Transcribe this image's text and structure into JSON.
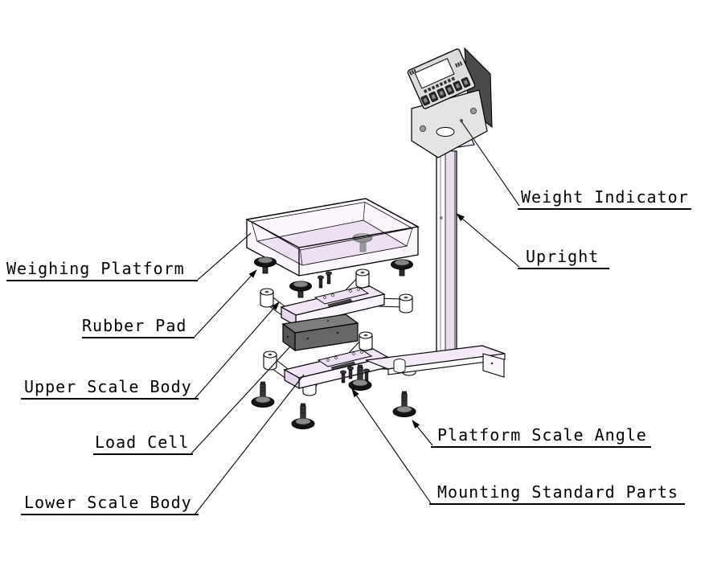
{
  "labels": [
    {
      "id": "weighing-platform",
      "text": "Weighing Platform"
    },
    {
      "id": "rubber-pad",
      "text": "Rubber Pad"
    },
    {
      "id": "upper-scale-body",
      "text": "Upper Scale Body"
    },
    {
      "id": "load-cell",
      "text": "Load Cell"
    },
    {
      "id": "lower-scale-body",
      "text": "Lower Scale Body"
    },
    {
      "id": "weight-indicator",
      "text": "Weight Indicator"
    },
    {
      "id": "upright",
      "text": "Upright"
    },
    {
      "id": "platform-scale-angle",
      "text": "Platform Scale Angle"
    },
    {
      "id": "mounting-standard-parts",
      "text": "Mounting Standard Parts"
    }
  ],
  "colors": {
    "line": "#000000",
    "frame_fill": "#f1e5f6",
    "panel_fill": "#dcdcdc",
    "load_cell_fill": "#6f6f6f",
    "foot_fill": "#141414",
    "background": "#ffffff"
  }
}
